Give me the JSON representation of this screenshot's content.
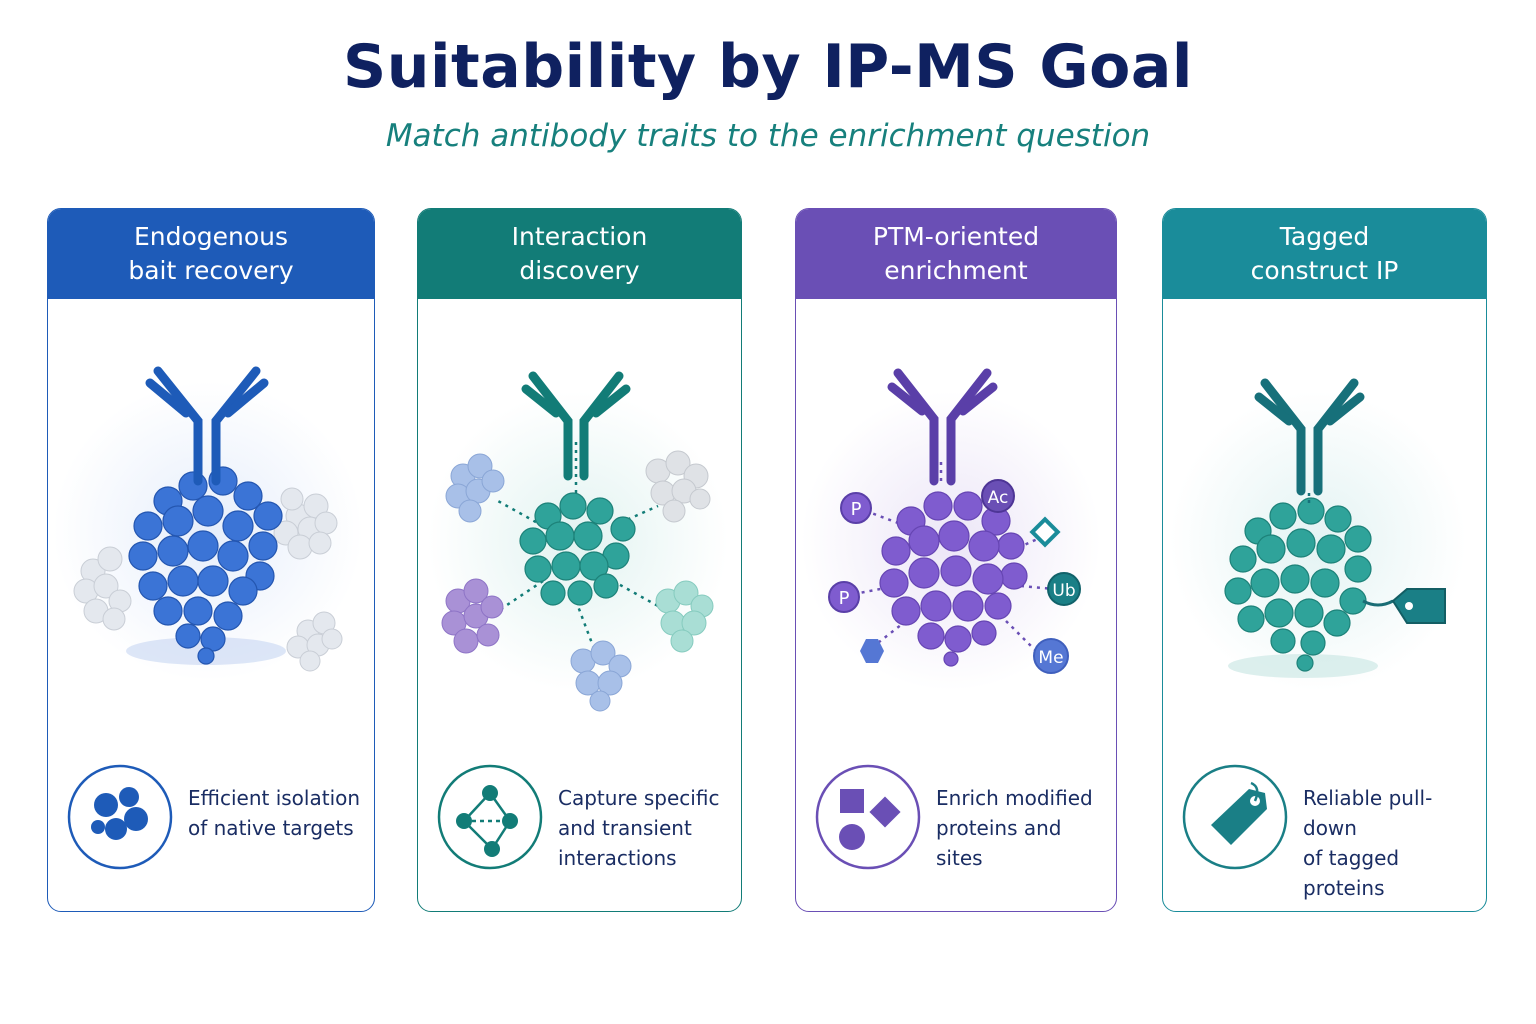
{
  "header": {
    "title": "Suitability by IP-MS Goal",
    "subtitle": "Match antibody traits to the enrichment question"
  },
  "cards": [
    {
      "title": "Endogenous\nbait recovery",
      "description": "Efficient isolation\nof native targets",
      "color": "#1e5bb8",
      "illustration_icon": "antibody-bound-native-protein",
      "footer_icon": "bead-cluster-icon"
    },
    {
      "title": "Interaction\ndiscovery",
      "description": "Capture specific\nand transient\ninteractions",
      "color": "#127c77",
      "illustration_icon": "protein-interaction-network",
      "footer_icon": "network-nodes-icon"
    },
    {
      "title": "PTM-oriented\nenrichment",
      "description": "Enrich modified\nproteins and\nsites",
      "color": "#6a4fb5",
      "illustration_icon": "modified-protein-with-ptm-labels",
      "footer_icon": "shapes-icon",
      "ptm_labels": [
        "P",
        "Ac",
        "P",
        "Ub",
        "Me"
      ]
    },
    {
      "title": "Tagged\nconstruct IP",
      "description": "Reliable pull-down\nof tagged\nproteins",
      "color": "#1a8c9a",
      "illustration_icon": "tagged-protein",
      "footer_icon": "tag-icon"
    }
  ]
}
